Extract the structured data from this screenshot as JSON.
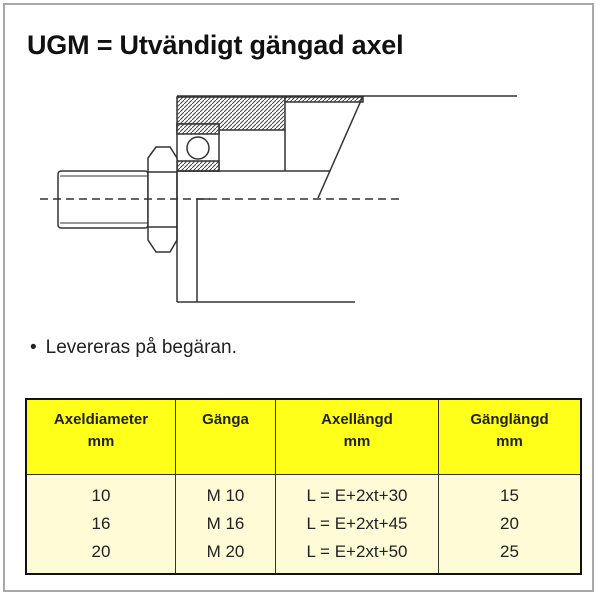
{
  "title": "UGM = Utvändigt gängad axel",
  "note": "Levereras på begäran.",
  "table": {
    "headers": [
      {
        "line1": "Axeldiameter",
        "line2": "mm"
      },
      {
        "line1": "Gänga",
        "line2": ""
      },
      {
        "line1": "Axellängd",
        "line2": "mm"
      },
      {
        "line1": "Gänglängd",
        "line2": "mm"
      }
    ],
    "rows": [
      [
        "10",
        "M 10",
        "L = E+2xt+30",
        "15"
      ],
      [
        "16",
        "M 16",
        "L = E+2xt+45",
        "20"
      ],
      [
        "20",
        "M 20",
        "L = E+2xt+50",
        "25"
      ]
    ]
  },
  "colors": {
    "header_bg": "#ffff1a",
    "body_bg": "#fffbd6"
  }
}
